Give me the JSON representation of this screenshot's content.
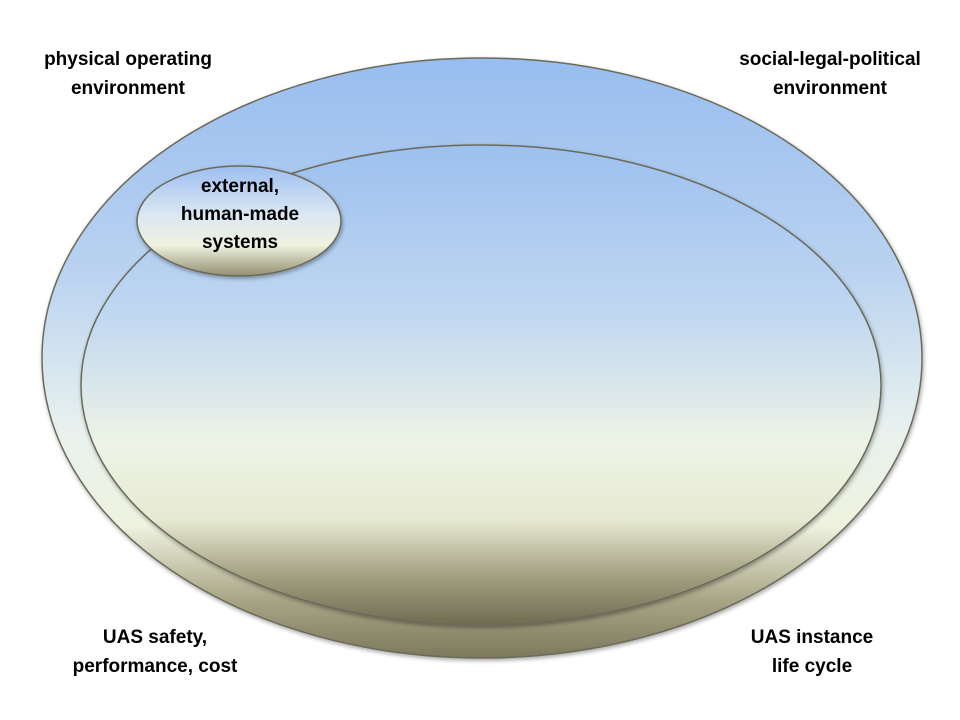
{
  "diagram": {
    "corner_labels": {
      "top_left": [
        "physical operating",
        "environment"
      ],
      "top_right": [
        "social-legal-political",
        "environment"
      ],
      "bottom_left": [
        "UAS safety,",
        "performance, cost"
      ],
      "bottom_right": [
        "UAS instance",
        "life cycle"
      ]
    },
    "inner_ellipse_label": [
      "external,",
      "human-made",
      "systems"
    ],
    "colors": {
      "sky_blue": "#9dc1ef",
      "pale_blue": "#c7dcf2",
      "pale_cream": "#f2f7e8",
      "earth_olive": "#8e8b6c",
      "earth_dark": "#6e6a52",
      "outline": "#666655"
    }
  }
}
